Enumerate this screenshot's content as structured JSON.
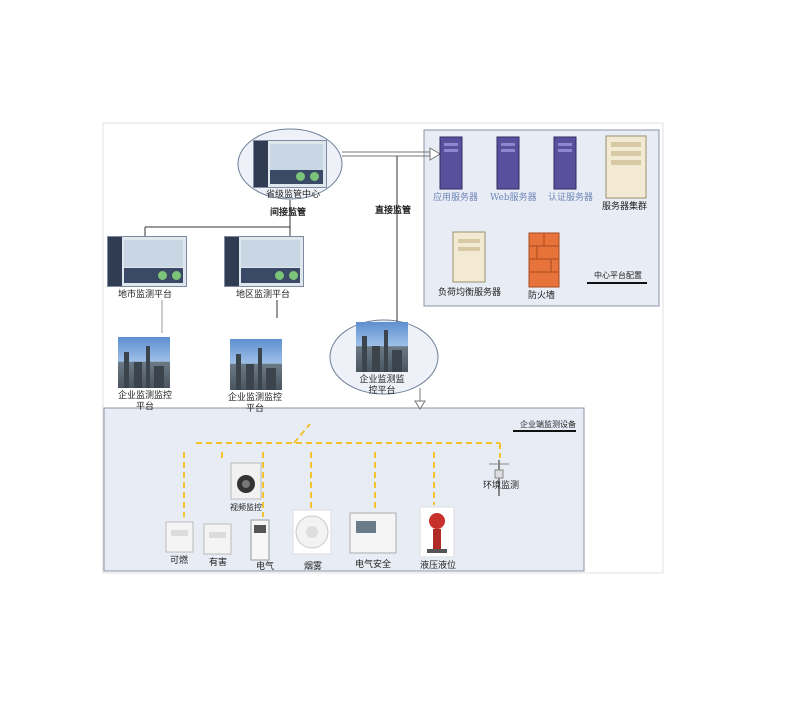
{
  "diagram": {
    "center": {
      "label": "省级监管中心",
      "indirect_label": "间接监管",
      "direct_label": "直接监管"
    },
    "platforms": {
      "city": "地市监测平台",
      "county": "地区监测平台"
    },
    "enterprises": {
      "left": "企业监测监控平台",
      "middle": "企业监测监控平台",
      "main": "企业监测监控平台"
    },
    "server_panel": {
      "title": "中心平台配置",
      "items": [
        {
          "label": "应用服务器",
          "icon": "app-server-icon"
        },
        {
          "label": "Web服务器",
          "icon": "web-server-icon"
        },
        {
          "label": "认证服务器",
          "icon": "auth-server-icon"
        },
        {
          "label": "服务器集群",
          "icon": "server-cluster-icon"
        },
        {
          "label": "负荷均衡服务器",
          "icon": "load-balancer-icon"
        },
        {
          "label": "防火墙",
          "icon": "firewall-icon"
        }
      ]
    },
    "device_panel": {
      "title": "企业端监测设备",
      "devices": {
        "camera": "视频监控",
        "combustible": "可燃",
        "toxic": "有害",
        "electric": "电气",
        "smoke": "烟雾",
        "electrical_safety": "电气安全",
        "pressure_level": "液压液位",
        "environment": "环境监测"
      }
    },
    "colors": {
      "panel_bg": "#e8edf5",
      "panel_border": "#8a93a5",
      "bus_line": "#f2c230",
      "server_purple": "#5a4f9c"
    }
  }
}
